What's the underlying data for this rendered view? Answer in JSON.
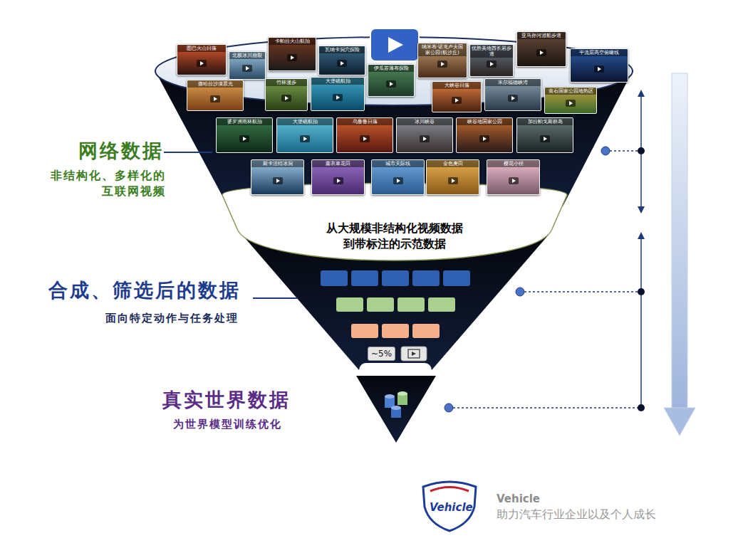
{
  "diagram": {
    "nodes": [
      {
        "text": [
          "图巴火山日落"
        ]
      },
      {
        "text": [
          "北极冰川崩裂"
        ]
      },
      {
        "text": [
          "卡帕拉火山航拍"
        ]
      },
      {
        "text": [
          "瓦纳卡洞穴探险"
        ]
      },
      {
        "text": [
          "伊瓜苏瀑布探险"
        ]
      },
      {
        "text": [
          "纳米布·诺克卢夫国家公园(航沙丘)"
        ]
      },
      {
        "text": [
          "优胜美地酋长岩步道"
        ]
      },
      {
        "text": [
          "亚马孙河游船步道"
        ]
      },
      {
        "text": [
          "平流层高空俯瞰线"
        ]
      },
      {
        "text": [
          "撒哈拉沙漠晨光"
        ]
      },
      {
        "text": [
          "竹林漫步"
        ]
      },
      {
        "text": [
          "大堡礁航拍"
        ]
      },
      {
        "text": [
          "大峡谷日落"
        ]
      },
      {
        "text": [
          "米尔福德峡湾"
        ]
      },
      {
        "text": [
          "黄石国家公园地热区"
        ]
      },
      {
        "text": [
          "婆罗洲雨林航拍"
        ]
      },
      {
        "text": [
          "大堡礁航拍"
        ]
      },
      {
        "text": [
          "乌鲁鲁日落"
        ]
      },
      {
        "text": [
          "冰川峡谷"
        ]
      },
      {
        "text": [
          "峡谷地国家公园"
        ]
      },
      {
        "text": [
          "加拉帕戈斯群岛"
        ]
      },
      {
        "text": [
          "斯卡法特冰洞"
        ]
      },
      {
        "text": [
          "薰衣草花田"
        ]
      },
      {
        "text": [
          "城市天际线"
        ]
      },
      {
        "text": [
          "金色麦田"
        ]
      },
      {
        "text": [
          "樱花小径"
        ]
      },
      {
        "text": [
          "从大规模非结构化视频数据 到带标注的示范数据"
        ]
      },
      {
        "text": [
          "~5%"
        ]
      }
    ],
    "labels": [
      "网络数据",
      "非结构化、多样化的 互联网视频",
      "合成、筛选后的数据",
      "面向特定动作与任务处理",
      "真实世界数据",
      "为世界模型训练优化",
      "Vehicle",
      "Vehicle",
      "助力汽车行业企业以及个人成长"
    ]
  }
}
